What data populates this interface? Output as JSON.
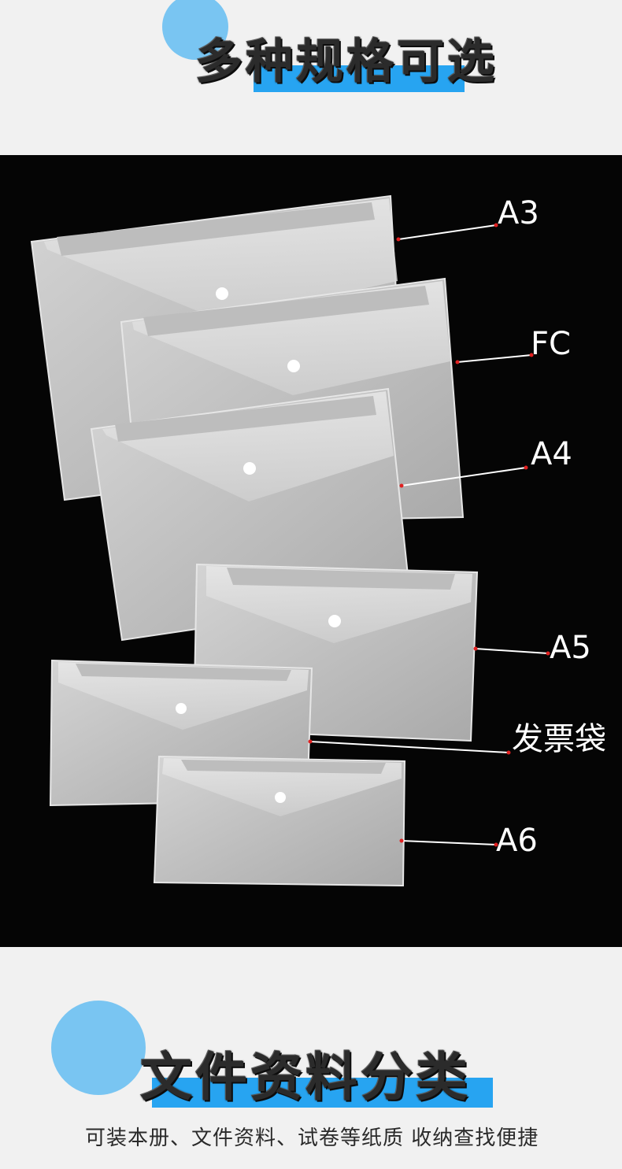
{
  "section1": {
    "heading": "多种规格可选"
  },
  "product": {
    "sizes": [
      {
        "label": "A3"
      },
      {
        "label": "FC"
      },
      {
        "label": "A4"
      },
      {
        "label": "A5"
      },
      {
        "label": "发票袋"
      },
      {
        "label": "A6"
      }
    ]
  },
  "section2": {
    "heading": "文件资料分类",
    "caption": "可装本册、文件资料、试卷等纸质 收纳查找便捷"
  },
  "colors": {
    "accent_bar": "#27a4f1",
    "accent_circle": "#79c5f2",
    "photo_bg": "#050505"
  }
}
